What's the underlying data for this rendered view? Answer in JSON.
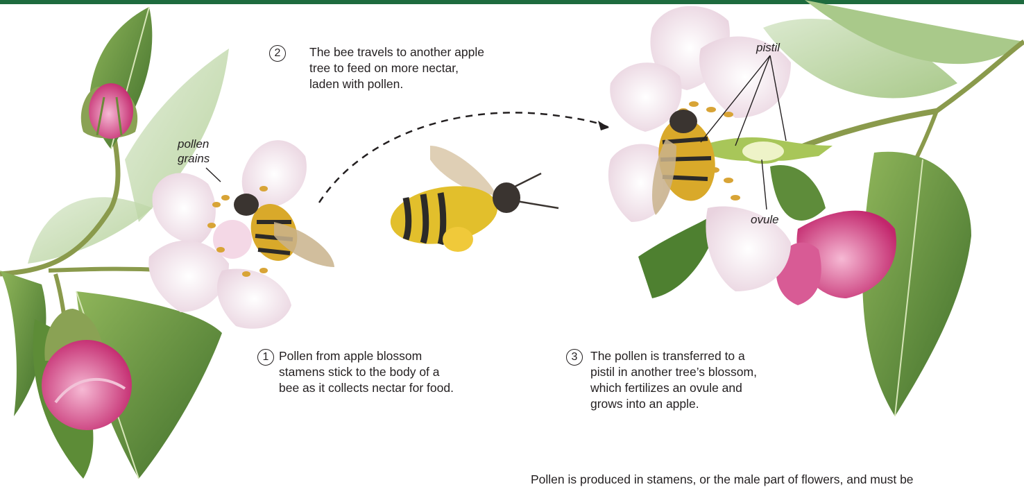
{
  "colors": {
    "top_bar": "#1e6b3e",
    "leaf": "#5f8f3a",
    "leaf_dark": "#3f6e2a",
    "blossom_pink": "#d94a8c",
    "petal": "#f3e7ee",
    "bee_yellow": "#e0b92a",
    "bee_dark": "#2c2a28"
  },
  "labels": {
    "pollen_grains": [
      "pollen",
      "grains"
    ],
    "pistil": "pistil",
    "ovule": "ovule"
  },
  "steps": [
    {
      "number": "1",
      "lines": [
        "Pollen from apple blossom",
        "stamens stick to the body of a",
        "bee as it collects nectar for food."
      ]
    },
    {
      "number": "2",
      "lines": [
        "The bee travels to another apple",
        "tree to feed on more nectar,",
        "laden with pollen."
      ]
    },
    {
      "number": "3",
      "lines": [
        "The pollen is transferred to a",
        "pistil in another tree’s blossom,",
        "which fertilizes an ovule and",
        "grows into an apple."
      ]
    }
  ],
  "footer": "Pollen is produced in stamens, or the male part of flowers, and must be"
}
